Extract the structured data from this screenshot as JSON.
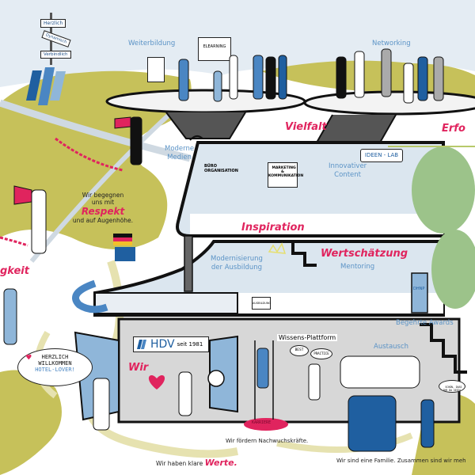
{
  "signpost": {
    "signs": [
      "Herzlich",
      "Dynamisch",
      "Verbindlich"
    ]
  },
  "rooftop": {
    "left_label": "Weiterbildung",
    "right_label": "Networking",
    "elearning_board": "ELEARNING"
  },
  "values": {
    "vielfalt": "Vielfalt",
    "erfolg": "Erfo",
    "inspiration": "Inspiration",
    "wertschaetzung": "Wertschätzung",
    "wir": "Wir",
    "keit": "gkeit"
  },
  "middle_floor": {
    "moderne_medien": "Moderne\nMedien",
    "buero_sign": "BÜRO\nORGANISATION",
    "marketing_sign": "MARKETING\n&\nKOMMUNIKATION",
    "ideen_lab": "IDEEN - LAB",
    "innovativer_content": "Innovativer\nContent"
  },
  "lower_floor": {
    "modernisierung": "Modernisierung\nder Ausbildung",
    "ausbildung_box": "AUSBILDUNG",
    "mentoring": "Mentoring",
    "dehoga_tower": "DHNP",
    "begehrte_awards": "Begehrte Awards"
  },
  "ground_floor": {
    "brand": "HDV",
    "since": "seit 1981",
    "wissens_plattform": "Wissens-Plattform",
    "best_bubble": "BEST",
    "practice_bubble": "PRACTICE",
    "austausch": "Austausch",
    "karriere_mat": "KARRIERE",
    "small_bubble": "SCHÖN, DASS\nIHR DA SEID!"
  },
  "respekt": {
    "line1": "Wir begegnen",
    "line2": "uns mit",
    "keyword": "Respekt",
    "line3": "und auf Augenhöhe."
  },
  "welcome_bubble": {
    "line1": "HERZLICH",
    "line2": "WILLKOMMEN",
    "line3": "HOTEL-LOVER!"
  },
  "captions": {
    "nachwuchs": "Wir fördern Nachwuchskräfte.",
    "werte_prefix": "Wir haben klare ",
    "werte_keyword": "Werte.",
    "familie": "Wir sind eine Familie. Zusammen sind wir meh"
  },
  "colors": {
    "sky": "#e4ecf3",
    "olive": "#c6c15a",
    "pink": "#e0245e",
    "blue_dark": "#1f5fa0",
    "blue_mid": "#4a86c3",
    "blue_light": "#8fb6d9",
    "glass": "#dbe6ef",
    "grey": "#d7d7d7"
  }
}
